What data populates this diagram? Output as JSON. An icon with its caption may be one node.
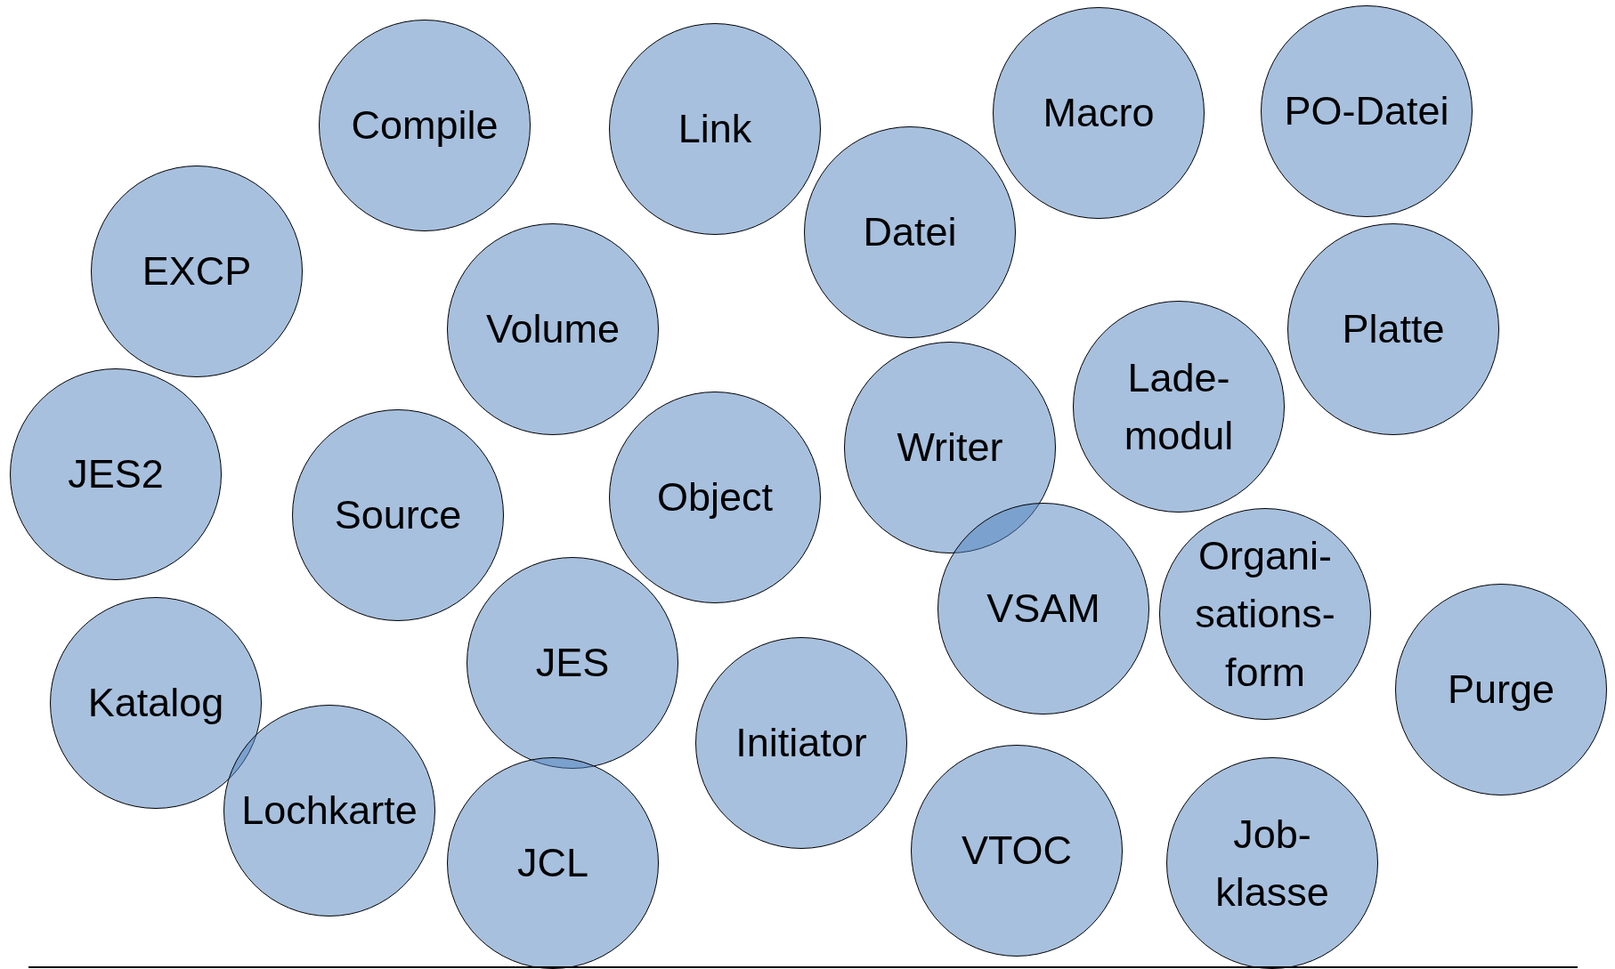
{
  "diagram": {
    "nodes": [
      {
        "text": [
          "Compile"
        ]
      },
      {
        "text": [
          "Link"
        ]
      },
      {
        "text": [
          "Macro"
        ]
      },
      {
        "text": [
          "PO-Datei"
        ]
      },
      {
        "text": [
          "Datei"
        ]
      },
      {
        "text": [
          "EXCP"
        ]
      },
      {
        "text": [
          "Volume"
        ]
      },
      {
        "text": [
          "Platte"
        ]
      },
      {
        "text": [
          "Lade- modul"
        ]
      },
      {
        "text": [
          "Writer"
        ]
      },
      {
        "text": [
          "JES2"
        ]
      },
      {
        "text": [
          "Object"
        ]
      },
      {
        "text": [
          "Source"
        ]
      },
      {
        "text": [
          "VSAM"
        ]
      },
      {
        "text": [
          "Organi- sations- form"
        ]
      },
      {
        "text": [
          "JES"
        ]
      },
      {
        "text": [
          "Purge"
        ]
      },
      {
        "text": [
          "Katalog"
        ]
      },
      {
        "text": [
          "Initiator"
        ]
      },
      {
        "text": [
          "Lochkarte"
        ]
      },
      {
        "text": [
          "JCL"
        ]
      },
      {
        "text": [
          "VTOC"
        ]
      },
      {
        "text": [
          "Job- klasse"
        ]
      }
    ]
  }
}
